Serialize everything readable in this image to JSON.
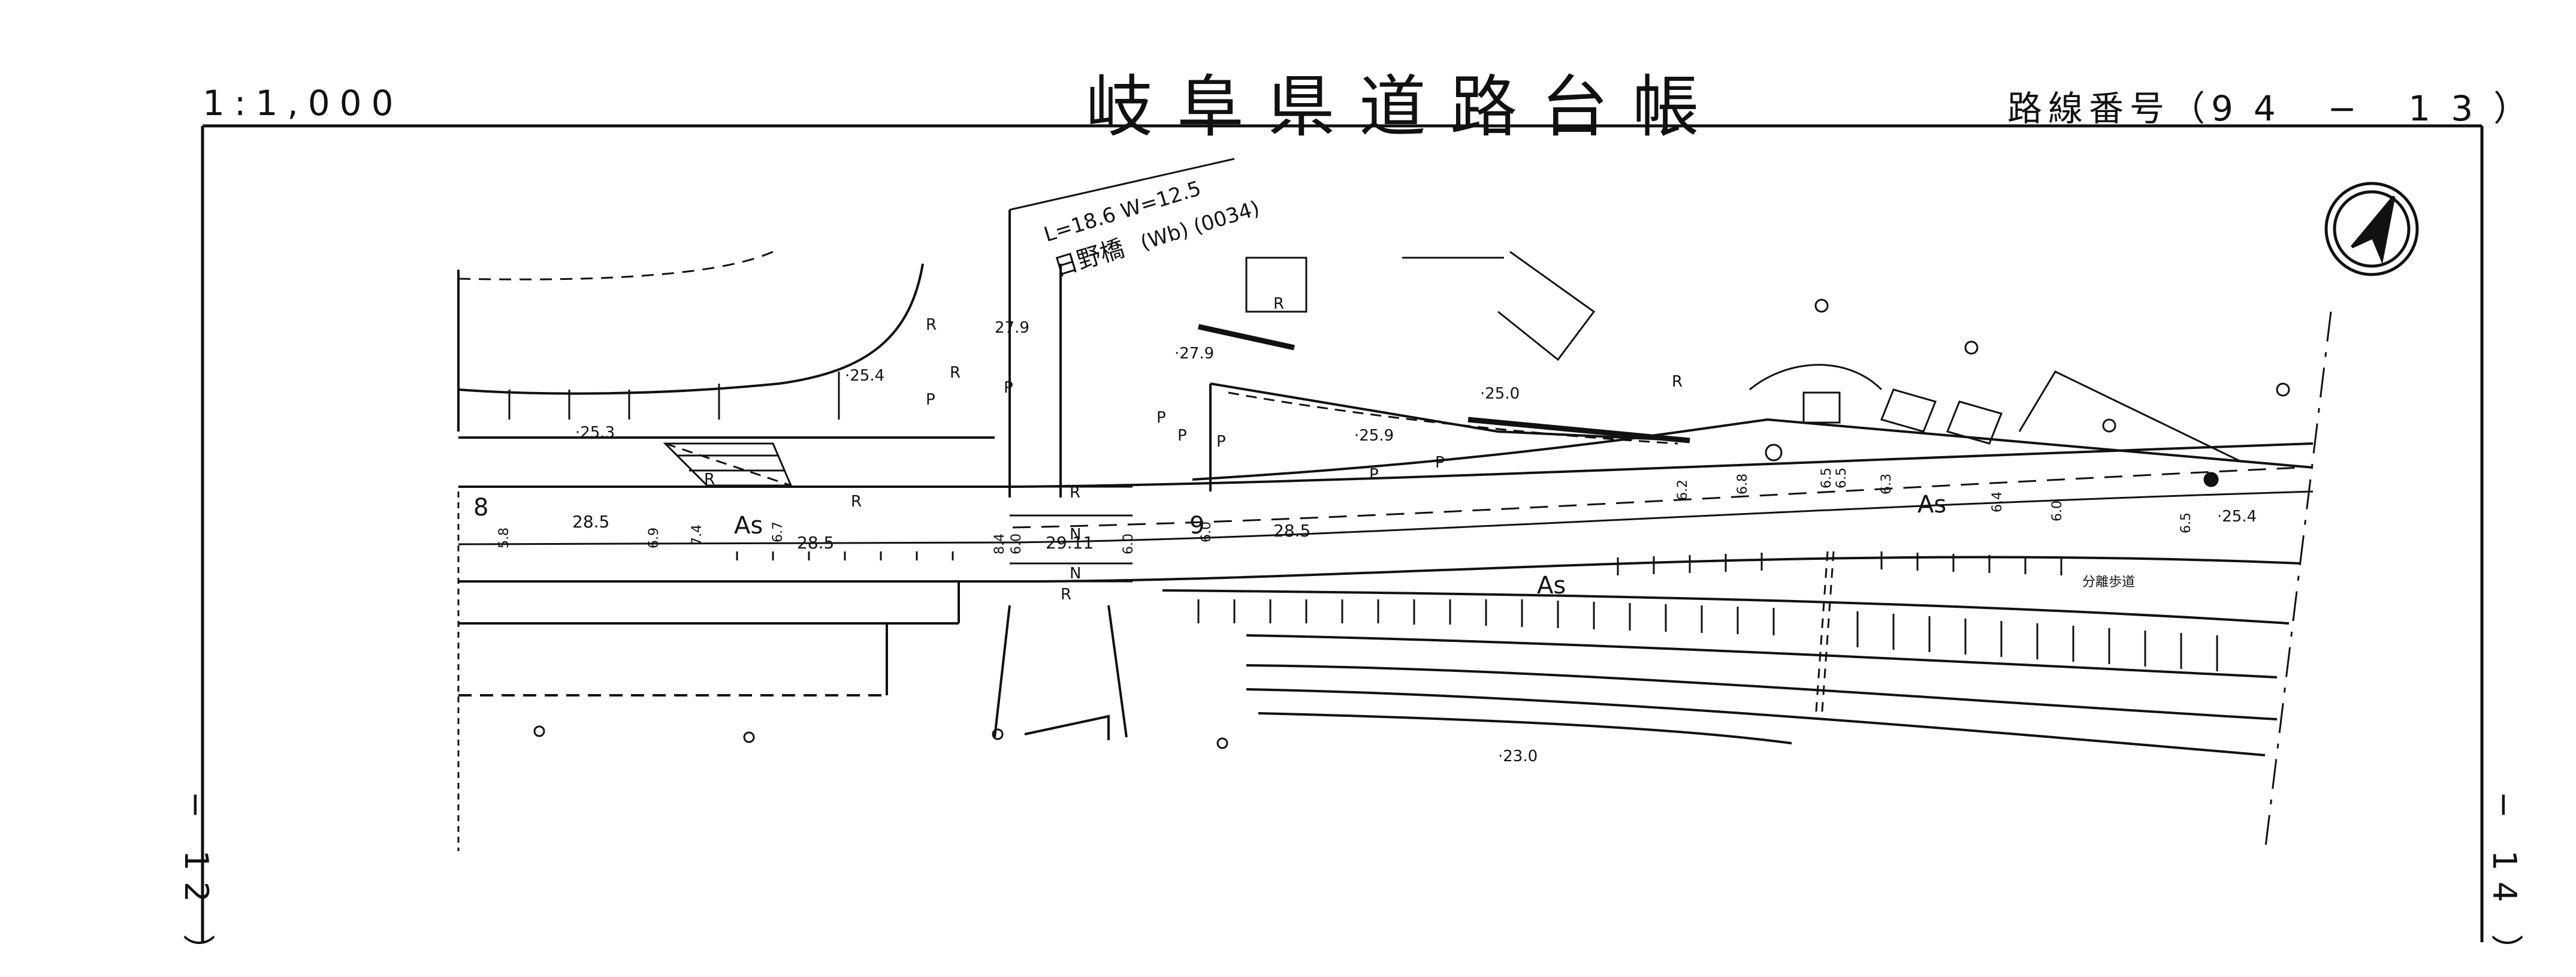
{
  "header": {
    "scale": "1:1,000",
    "title": "岐阜県道路台帳",
    "route_prefix": "路線番号（",
    "route_number": "94 − 13",
    "route_suffix": "）"
  },
  "side_labels": {
    "left": "− 12 ）",
    "right": "− 14 ）"
  },
  "map": {
    "bridge": {
      "dimensions": "L=18.6  W=12.5",
      "name": "日野橋",
      "code": "(Wb) (0034)"
    },
    "elevations": {
      "e1": "27.9",
      "e2": "·27.9",
      "e3": "·25.4",
      "e4": "·25.3",
      "e5": "·25.0",
      "e6": "·25.9",
      "e7": "·25.4",
      "e8": "·23.0"
    },
    "station_markers": [
      "8",
      "9"
    ],
    "road_widths": {
      "w1": "28.5",
      "w2": "28.5",
      "w3": "29.11",
      "w4": "28.5"
    },
    "small_dims": {
      "d1": "5.8",
      "d2": "6.9",
      "d3": "7.4",
      "d4": "6.7",
      "d5": "8.4",
      "d6": "6.0",
      "d7": "6.0",
      "d8": "6.0",
      "d9": "6.2",
      "d10": "6.8",
      "d11": "6.5",
      "d12": "6.5",
      "d13": "6.3",
      "d14": "6.4",
      "d15": "6.0",
      "d16": "6.5"
    },
    "surface_labels": {
      "as1": "As",
      "as2": "As",
      "as3": "As"
    },
    "feature_labels": {
      "r1": "R",
      "r2": "R",
      "r3": "R",
      "r4": "R",
      "r5": "R",
      "r6": "R",
      "r7": "R",
      "r8": "R",
      "p1": "P",
      "p2": "P",
      "p3": "P",
      "p4": "P",
      "p5": "P",
      "p6": "P",
      "p7": "P",
      "n1": "N",
      "n2": "N"
    },
    "median_label": "分離歩道"
  }
}
